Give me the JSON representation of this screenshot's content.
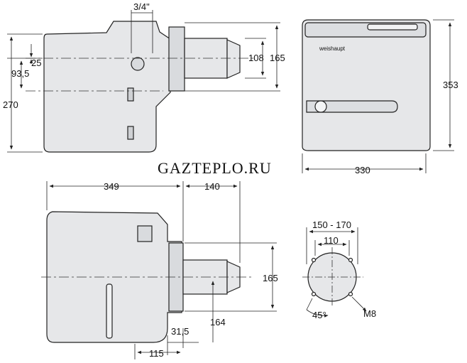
{
  "watermark": "GAZTEPLO.RU",
  "brand_label": "weishaupt",
  "top_view": {
    "thread": "3/4\"",
    "dim_108": "108",
    "dim_165": "165",
    "dim_25": "25",
    "dim_93_5": "93,5",
    "dim_270": "270"
  },
  "front_view": {
    "dim_353": "353",
    "dim_330": "330"
  },
  "bottom_view": {
    "dim_349": "349",
    "dim_140": "140",
    "dim_165": "165",
    "dim_164": "164",
    "dim_31_5": "31,5",
    "dim_115": "115"
  },
  "flange_view": {
    "dim_150_170": "150 - 170",
    "dim_110": "110",
    "angle_45": "45°",
    "bolt": "M8"
  },
  "colors": {
    "housing": "#e6e7e9",
    "housing_dark": "#d2d4d7",
    "line": "#222222",
    "center_line": "#333333"
  }
}
